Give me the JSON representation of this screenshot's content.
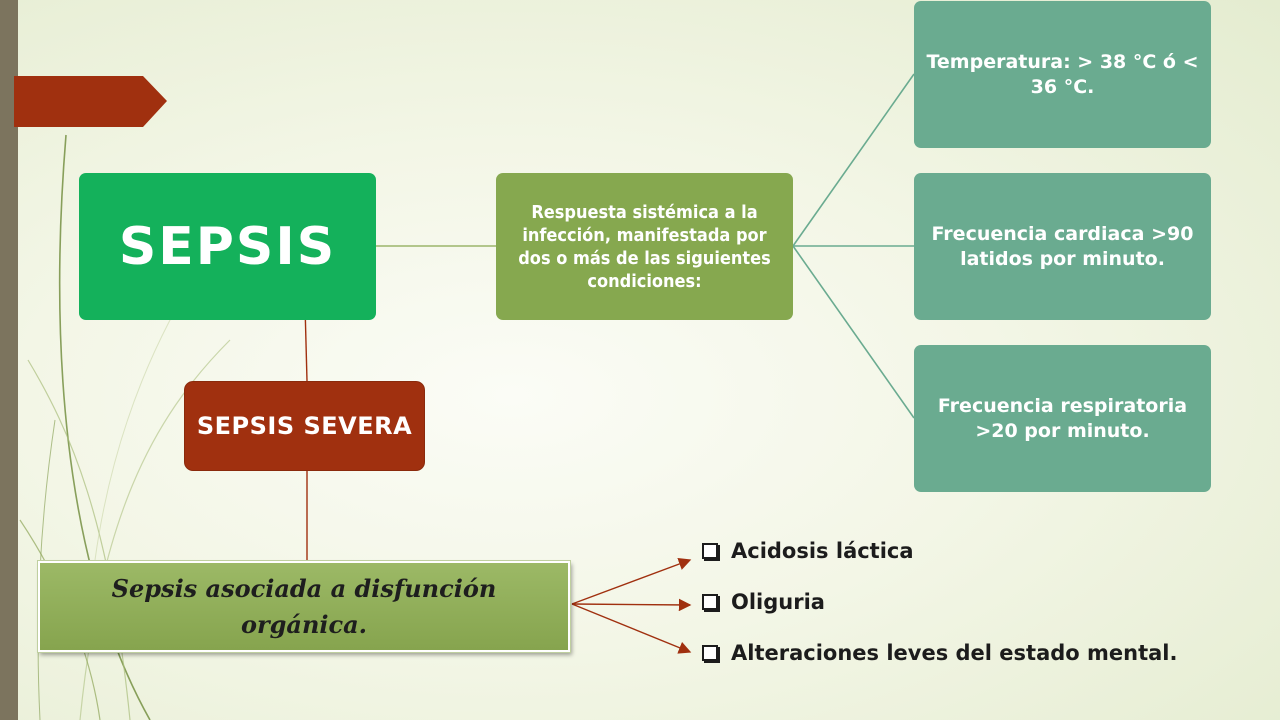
{
  "diagram": {
    "sepsis": "SEPSIS",
    "respuesta": "Respuesta sistémica a la infección, manifestada por dos o más de las siguientes condiciones:",
    "conditions": [
      "Temperatura: > 38 °C ó < 36 °C.",
      "Frecuencia cardiaca >90 latidos por minuto.",
      "Frecuencia respiratoria >20 por minuto."
    ],
    "sepsis_severa": "SEPSIS SEVERA",
    "disfuncion": "Sepsis asociada a disfunción orgánica.",
    "bullets": [
      "Acidosis láctica",
      "Oliguria",
      "Alteraciones leves del estado mental."
    ]
  },
  "colors": {
    "sepsis_box": "#14b15b",
    "respuesta_box": "#86a84f",
    "condition_box": "#6aab90",
    "severa_box": "#a0300f",
    "disfuncion_box": "#9cb966",
    "accent_red": "#a0300f",
    "left_bar": "#7c745e"
  }
}
